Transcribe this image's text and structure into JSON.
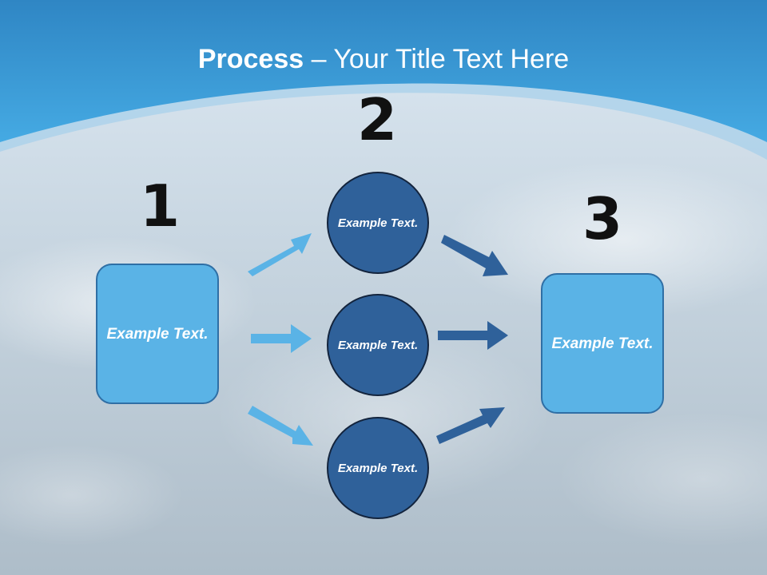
{
  "slide": {
    "title_bold": "Process",
    "title_rest": " – Your Title Text Here"
  },
  "steps": {
    "step1_number": "1",
    "step2_number": "2",
    "step3_number": "3"
  },
  "nodes": {
    "left_box": "Example Text.",
    "circle_top": "Example Text.",
    "circle_middle": "Example Text.",
    "circle_bottom": "Example Text.",
    "right_box": "Example Text."
  },
  "colors": {
    "header_blue": "#3a9fd8",
    "box_fill": "#5ab3e6",
    "circle_fill": "#2f619a",
    "arrow_light": "#5ab3e6",
    "arrow_dark": "#2f619a"
  }
}
